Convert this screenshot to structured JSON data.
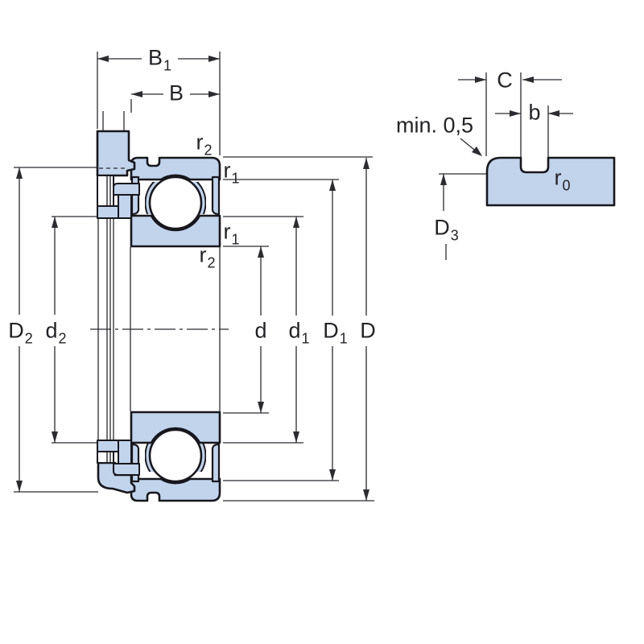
{
  "drawing": {
    "colors": {
      "part_fill": "#c2d3ec",
      "part_outline": "#17171d",
      "dimension_line": "#2b2b30",
      "text": "#232327",
      "background": "#ffffff"
    },
    "main_view": {
      "labels": {
        "B1": {
          "base": "B",
          "sub": "1"
        },
        "B": {
          "base": "B",
          "sub": ""
        },
        "r2_top": {
          "base": "r",
          "sub": "2"
        },
        "r1_top": {
          "base": "r",
          "sub": "1"
        },
        "r1_bottom": {
          "base": "r",
          "sub": "1"
        },
        "r2_bottom": {
          "base": "r",
          "sub": "2"
        },
        "D2": {
          "base": "D",
          "sub": "2"
        },
        "d2": {
          "base": "d",
          "sub": "2"
        },
        "d": {
          "base": "d",
          "sub": ""
        },
        "d1": {
          "base": "d",
          "sub": "1"
        },
        "D1": {
          "base": "D",
          "sub": "1"
        },
        "D": {
          "base": "D",
          "sub": ""
        }
      }
    },
    "detail_view": {
      "labels": {
        "min05": {
          "base": "min. 0,5",
          "sub": ""
        },
        "C": {
          "base": "C",
          "sub": ""
        },
        "b": {
          "base": "b",
          "sub": ""
        },
        "r0": {
          "base": "r",
          "sub": "0"
        },
        "D3": {
          "base": "D",
          "sub": "3"
        }
      }
    }
  }
}
